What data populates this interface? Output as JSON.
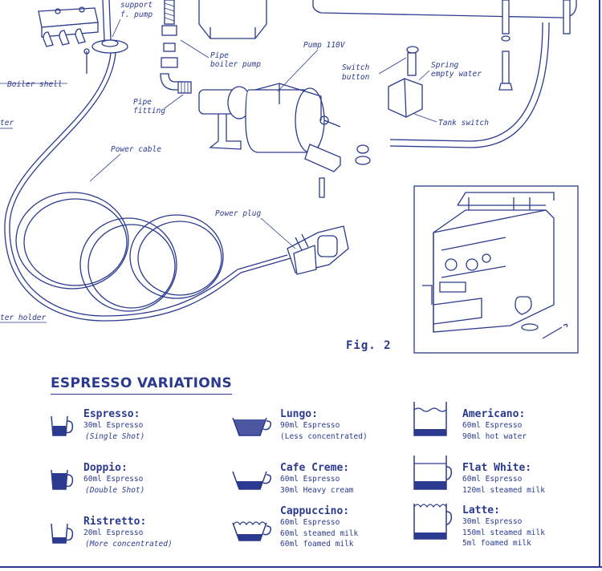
{
  "labels": {
    "support_pump_1": "support",
    "support_pump_2": "f. pump",
    "pipe_boiler_1": "Pipe",
    "pipe_boiler_2": "boiler pump",
    "pump": "Pump 110V",
    "switch_1": "Switch",
    "switch_2": "button",
    "spring_1": "Spring",
    "spring_2": "empty water",
    "boiler_shell": "Boiler shell",
    "pipe_fitting_1": "Pipe",
    "pipe_fitting_2": "fitting",
    "tank_switch": "Tank switch",
    "water_cut": "ter",
    "power_cable": "Power cable",
    "power_plug": "Power plug",
    "filter_holder_cut": "ter holder"
  },
  "figure_label": "Fig. 2",
  "variations": {
    "title": "ESPRESSO VARIATIONS",
    "drinks": [
      {
        "name": "Espresso:",
        "lines": [
          "30ml Espresso"
        ],
        "note": "(Single Shot)"
      },
      {
        "name": "Doppio:",
        "lines": [
          "60ml Espresso"
        ],
        "note": "(Double Shot)"
      },
      {
        "name": "Ristretto:",
        "lines": [
          "20ml Espresso"
        ],
        "note": "(More concentrated)"
      },
      {
        "name": "Lungo:",
        "lines": [
          "90ml Espresso",
          "(Less concentrated)"
        ],
        "note": ""
      },
      {
        "name": "Cafe Creme:",
        "lines": [
          "60ml Espresso",
          "30ml Heavy cream"
        ],
        "note": ""
      },
      {
        "name": "Cappuccino:",
        "lines": [
          "60ml Espresso",
          "60ml steamed milk",
          "60ml foamed milk"
        ],
        "note": ""
      },
      {
        "name": "Americano:",
        "lines": [
          "60ml Espresso",
          "90ml hot water"
        ],
        "note": ""
      },
      {
        "name": "Flat White:",
        "lines": [
          "60ml Espresso",
          "120ml steamed milk"
        ],
        "note": ""
      },
      {
        "name": "Latte:",
        "lines": [
          "30ml Espresso",
          "150ml steamed milk",
          "5ml foamed milk"
        ],
        "note": ""
      }
    ]
  },
  "colors": {
    "ink": "#2b3a8f",
    "paper": "#ffffff"
  }
}
